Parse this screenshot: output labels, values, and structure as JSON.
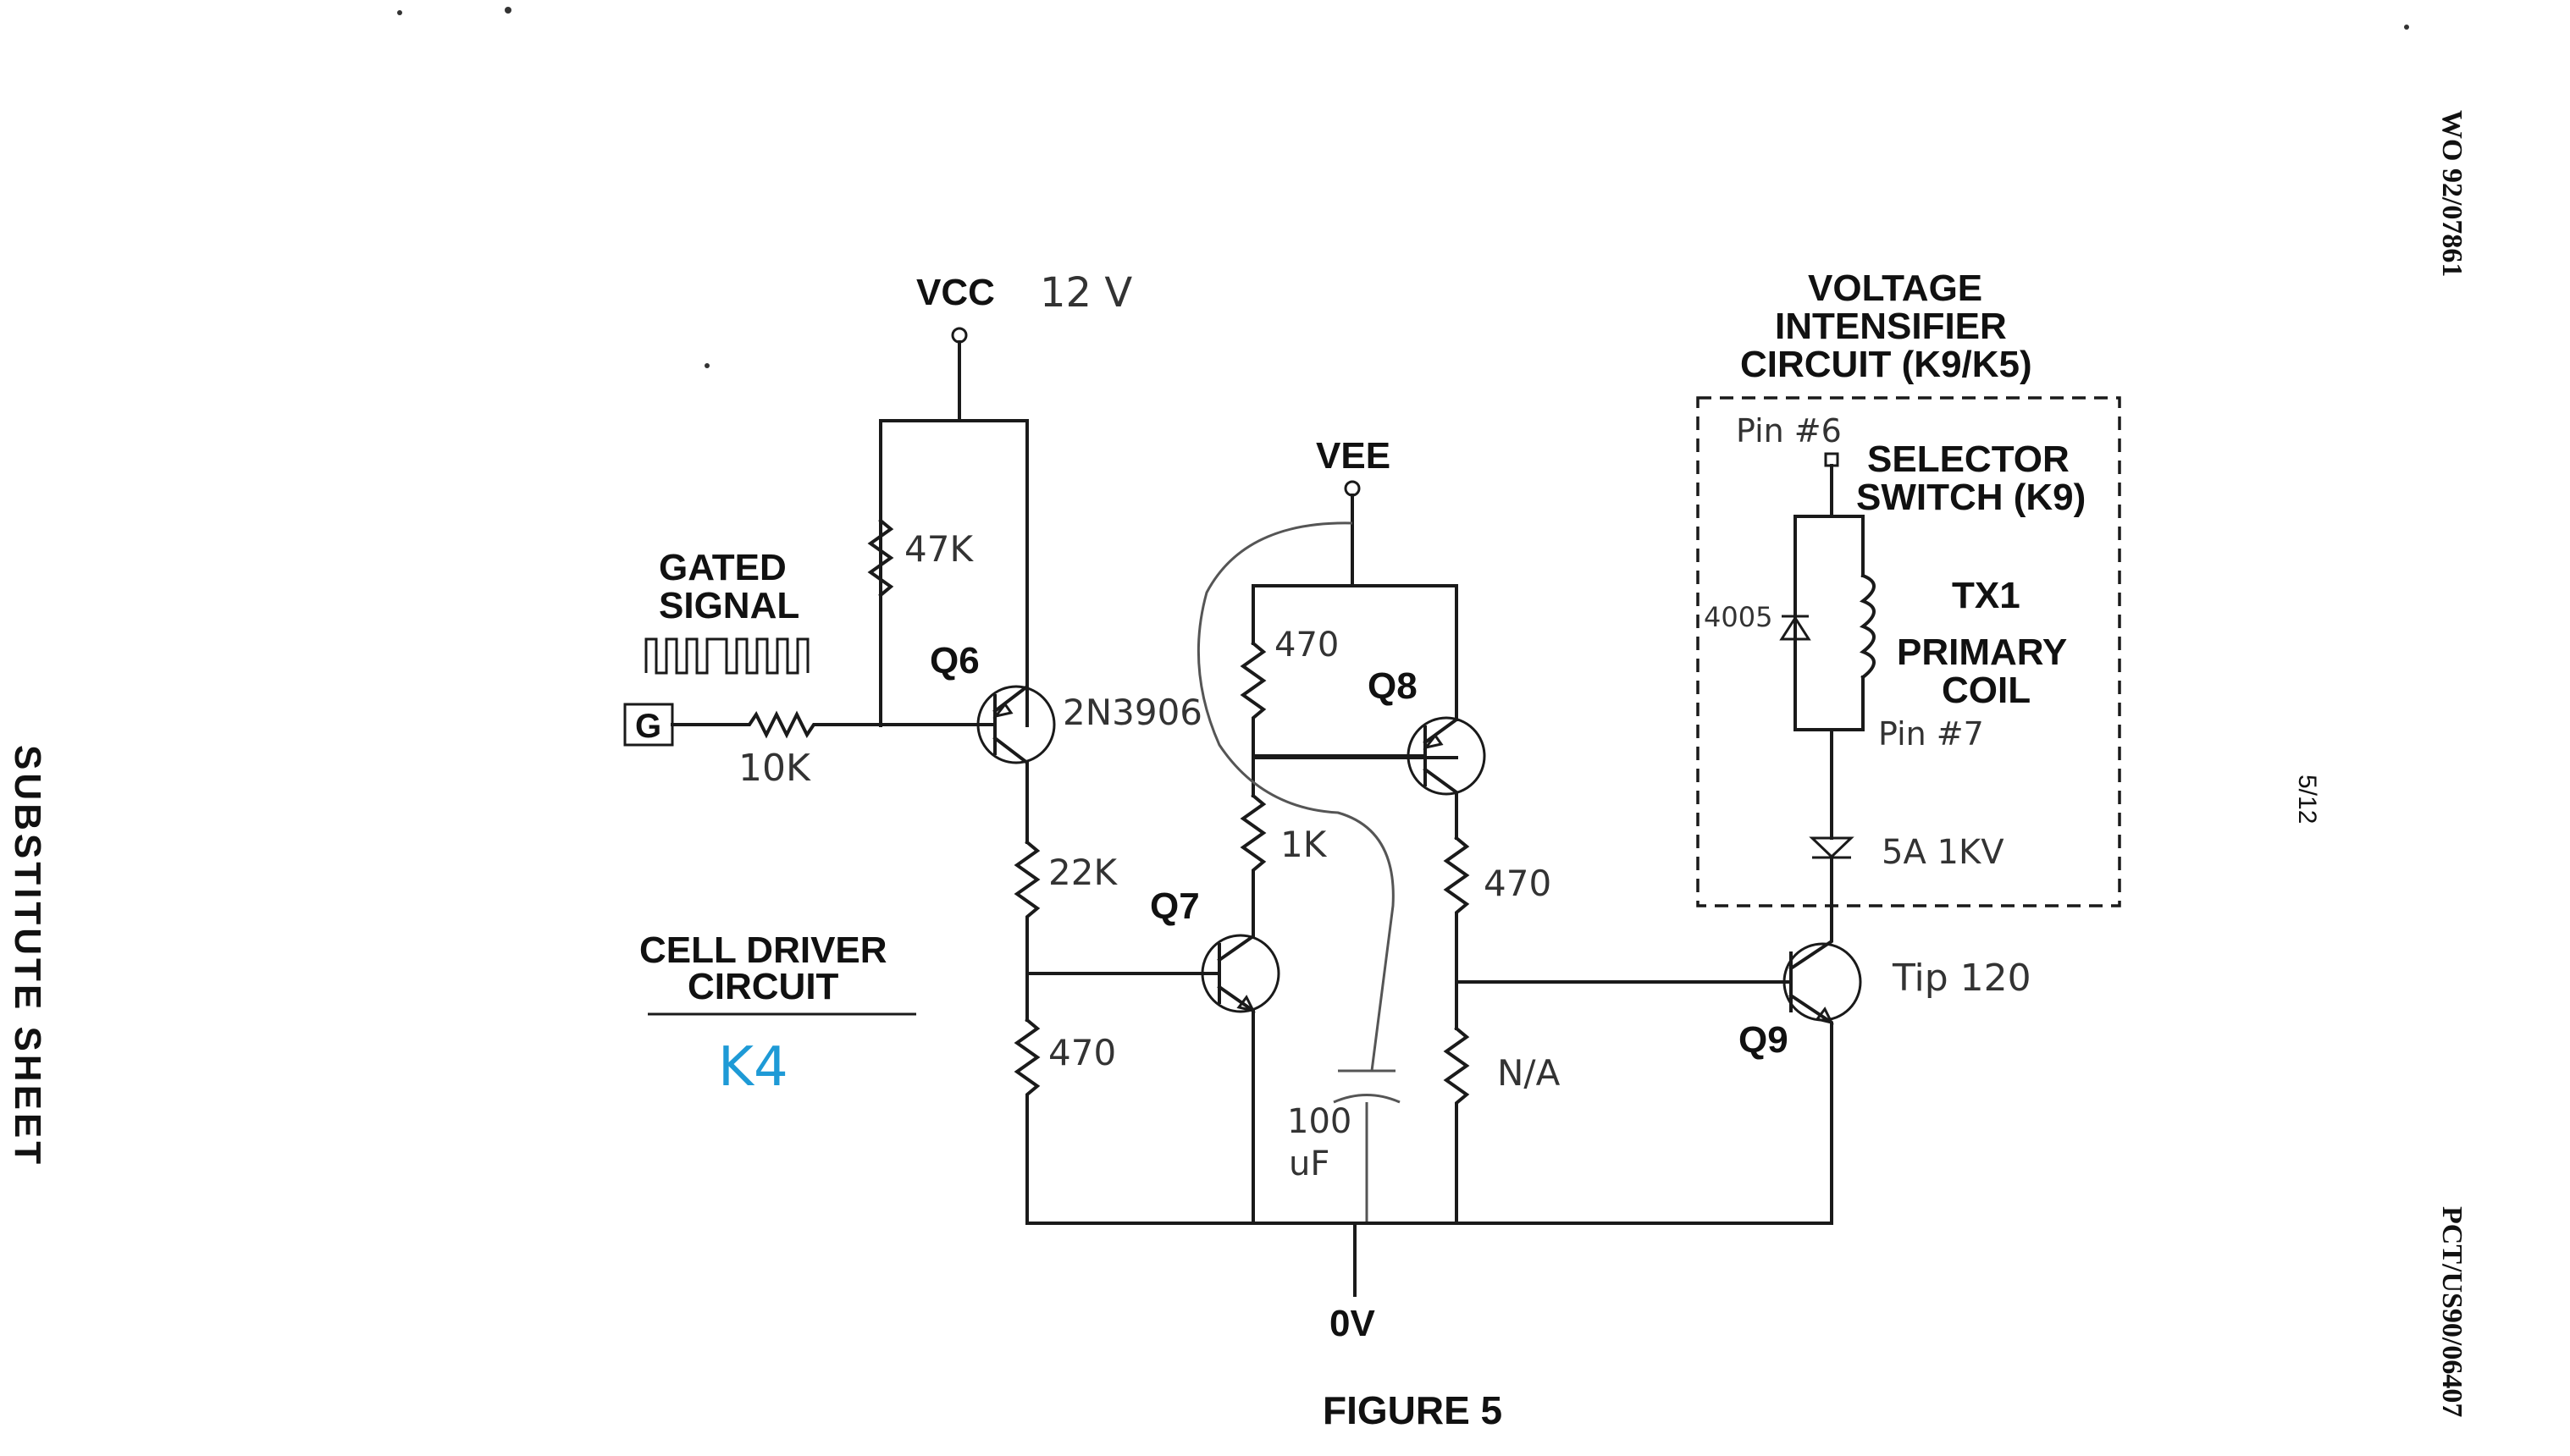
{
  "margin": {
    "left_title": "SUBSTITUTE SHEET",
    "right_top": "WO 92/07861",
    "right_bottom": "PCT/US90/06407",
    "page_number": "5/12"
  },
  "figure": {
    "caption": "FIGURE 5",
    "title_line1": "CELL DRIVER",
    "title_line2": "CIRCUIT",
    "handwritten_title": "K4"
  },
  "supplies": {
    "vcc": "VCC",
    "vcc_hand": "12 V",
    "vee": "VEE",
    "ground": "0V"
  },
  "input": {
    "label_line1": "GATED",
    "label_line2": "SIGNAL",
    "terminal": "G"
  },
  "transistors": {
    "q6": "Q6",
    "q6_part": "2N3906",
    "q7": "Q7",
    "q8": "Q8",
    "q9": "Q9",
    "q9_part": "Tip 120"
  },
  "resistors": {
    "r_input": "10K",
    "r_q6_pullup": "47K",
    "r_q6_collector": "22K",
    "r_q6_bottom": "470",
    "r_q7_top": "470",
    "r_q7_mid": "1K",
    "r_q8_emitter": "470",
    "r_q8_bottom": "N/A"
  },
  "capacitor": {
    "value_line1": "100",
    "value_line2": "uF"
  },
  "intensifier": {
    "title_line1": "VOLTAGE",
    "title_line2": "INTENSIFIER",
    "title_line3": "CIRCUIT  (K9/K5)",
    "switch_line1": "SELECTOR",
    "switch_line2": "SWITCH (K9)",
    "coil_line1": "TX1",
    "coil_line2": "PRIMARY",
    "coil_line3": "COIL",
    "pin_top": "Pin #6",
    "pin_bottom": "Pin #7",
    "diode_inner": "4005",
    "diode_output": "5A 1KV"
  }
}
